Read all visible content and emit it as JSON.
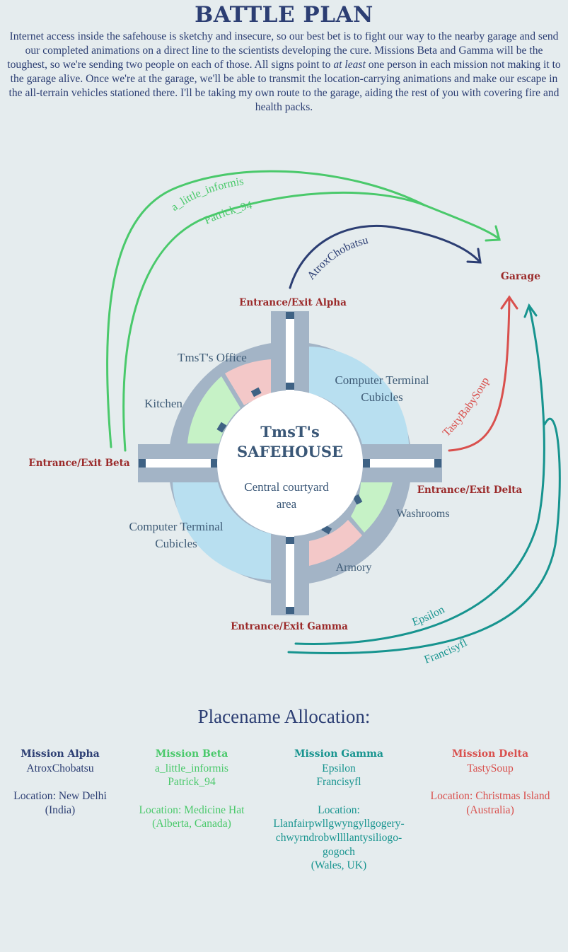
{
  "header": {
    "title": "BATTLE PLAN",
    "intro_part1": "Internet access inside the safehouse is sketchy and insecure, so our best bet is to fight our way to the nearby garage and send our completed animations on a direct line to the scientists developing the cure. Missions Beta and Gamma will be the toughest, so we're sending two people on each of those. All signs point to ",
    "intro_emph": "at least",
    "intro_part2": " one person in each mission not making it to the garage alive. Once we're at the garage, we'll be able to transmit the location-carrying animations and make our escape in the all-terrain vehicles stationed there. I'll be taking my own route to the garage, aiding the rest of you with covering fire and health packs."
  },
  "diagram": {
    "safehouse_title_1": "TmsT's",
    "safehouse_title_2": "SAFEHOUSE",
    "courtyard_1": "Central courtyard",
    "courtyard_2": "area",
    "rooms": {
      "office": "TmsT's Office",
      "kitchen": "Kitchen",
      "cubicles_ne_1": "Computer Terminal",
      "cubicles_ne_2": "Cubicles",
      "cubicles_sw_1": "Computer Terminal",
      "cubicles_sw_2": "Cubicles",
      "washrooms": "Washrooms",
      "armory": "Armory"
    },
    "exits": {
      "alpha": "Entrance/Exit Alpha",
      "beta": "Entrance/Exit Beta",
      "gamma": "Entrance/Exit Gamma",
      "delta": "Entrance/Exit Delta"
    },
    "garage": "Garage",
    "routes": {
      "alpha": "AtroxChobatsu",
      "beta_1": "a_little_informis",
      "beta_2": "Patrick_94",
      "gamma_1": "Epsilon",
      "gamma_2": "Francisyfl",
      "delta": "TastyBabySoup"
    },
    "colors": {
      "alpha": "#2c3e73",
      "beta": "#4ac96b",
      "gamma": "#17948f",
      "delta": "#d9504d",
      "exit_label": "#9b2a2a",
      "ring": "#a3b4c6",
      "cubicles": "#b8dff0",
      "kitchen": "#c6f2c6",
      "office": "#f3c8c8"
    }
  },
  "allocation": {
    "title": "Placename Allocation:",
    "missions": [
      {
        "name": "Mission Alpha",
        "members": [
          "AtroxChobatsu"
        ],
        "location": [
          "Location: New Delhi",
          "(India)"
        ]
      },
      {
        "name": "Mission Beta",
        "members": [
          "a_little_informis",
          "Patrick_94"
        ],
        "location": [
          "Location: Medicine Hat",
          "(Alberta, Canada)"
        ]
      },
      {
        "name": "Mission Gamma",
        "members": [
          "Epsilon",
          "Francisyfl"
        ],
        "location": [
          "Location:",
          "Llanfairpwllgwyngyllgogery-",
          "chwyrndrobwllllantysiliogo-",
          "gogoch",
          "(Wales, UK)"
        ]
      },
      {
        "name": "Mission Delta",
        "members": [
          "TastySoup"
        ],
        "location": [
          "Location: Christmas Island",
          "(Australia)"
        ]
      }
    ]
  }
}
